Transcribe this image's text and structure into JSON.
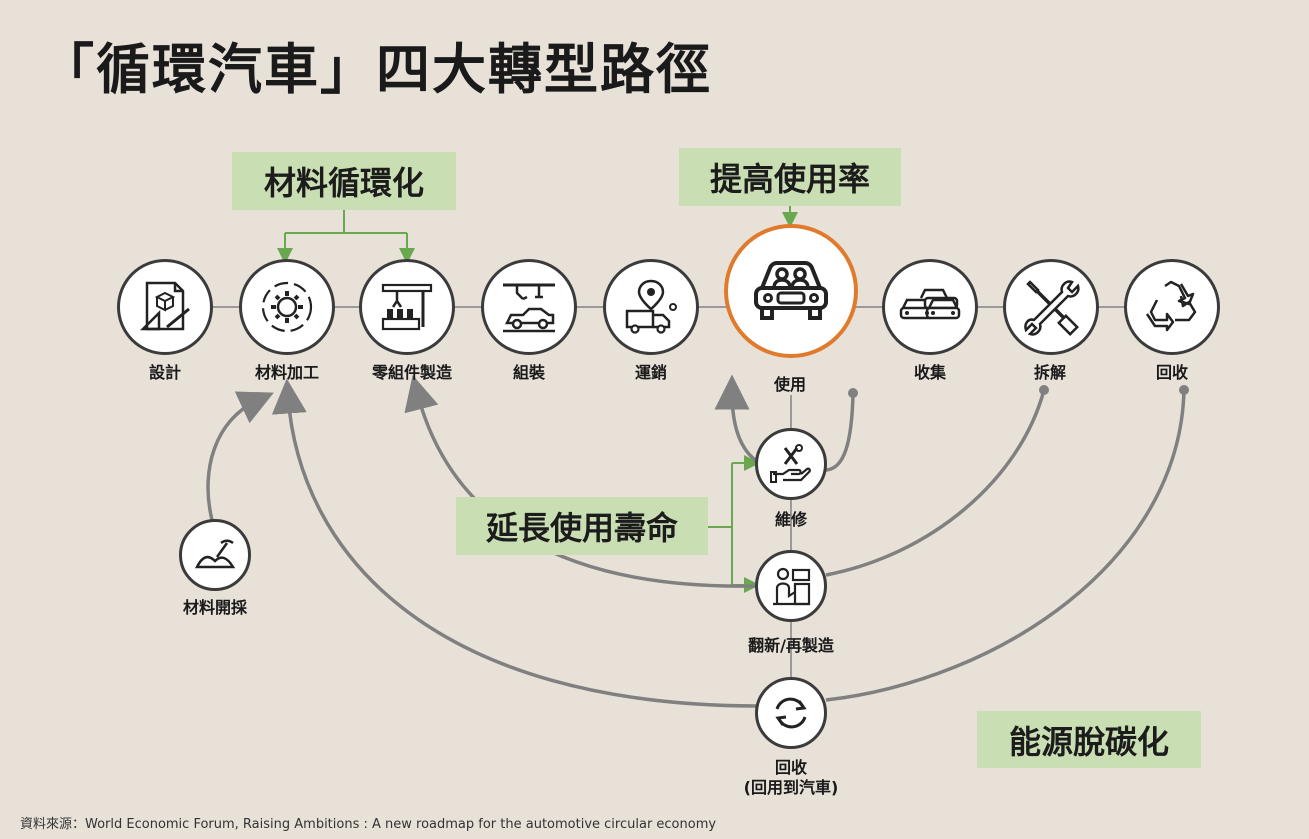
{
  "title": "「循環汽車」四大轉型路徑",
  "tags": {
    "material_circularity": "材料循環化",
    "higher_utilization": "提高使用率",
    "extend_lifetime": "延長使用壽命",
    "decarbonization": "能源脫碳化"
  },
  "stages": {
    "design": "設計",
    "material_processing": "材料加工",
    "component_manufacturing": "零組件製造",
    "assembly": "組裝",
    "distribution": "運銷",
    "use": "使用",
    "collection": "收集",
    "dismantling": "拆解",
    "recycling": "回收"
  },
  "branches": {
    "raw_material_mining": "材料開採",
    "maintenance": "維修",
    "refurbish_remanufacture": "翻新/再製造",
    "recycle_to_car": "回收",
    "recycle_to_car_sub": "(回用到汽車)"
  },
  "source": "資料來源：World Economic Forum, Raising Ambitions : A new roadmap for the automotive circular economy",
  "colors": {
    "background": "#e7e1d8",
    "tag_fill": "#c9dfb3",
    "green_arrow": "#6aa84f",
    "gray_flow": "#808080",
    "highlight_ring": "#e07a2c"
  }
}
